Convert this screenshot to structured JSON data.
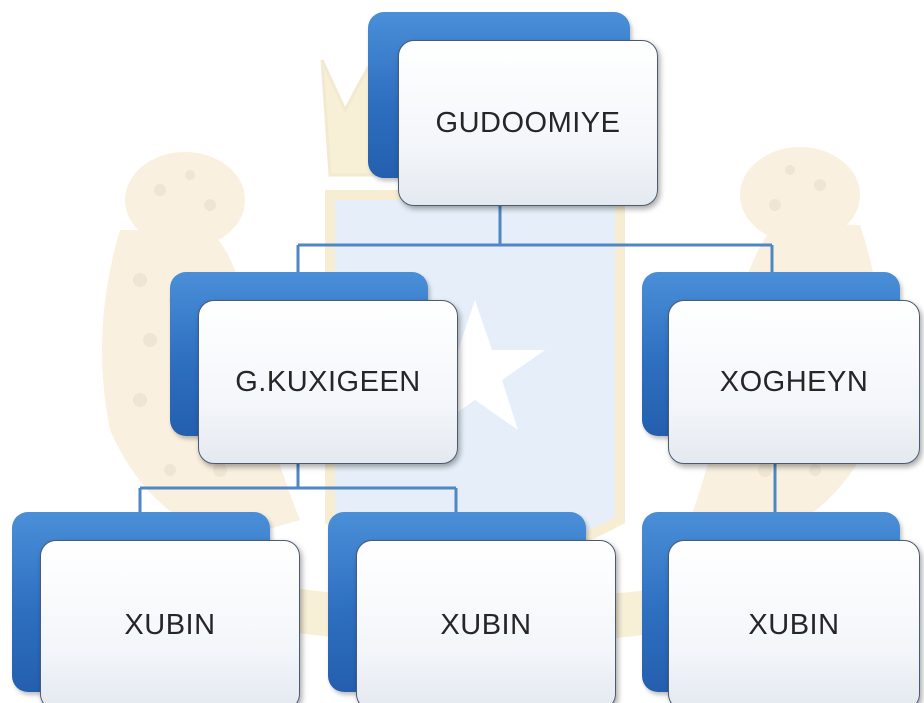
{
  "colors": {
    "connector": "#4f86c6",
    "box_accent": "#2e6fc0",
    "box_fill": "#ffffff",
    "box_border": "#4a5a70",
    "text": "#262626"
  },
  "org_chart": {
    "root": {
      "label": "GUDOOMIYE"
    },
    "level2": [
      {
        "label": "G.KUXIGEEN"
      },
      {
        "label": "XOGHEYN"
      }
    ],
    "level3": [
      {
        "label": "XUBIN",
        "parent": "G.KUXIGEEN"
      },
      {
        "label": "XUBIN",
        "parent": "G.KUXIGEEN"
      },
      {
        "label": "XUBIN",
        "parent": "XOGHEYN"
      }
    ]
  }
}
